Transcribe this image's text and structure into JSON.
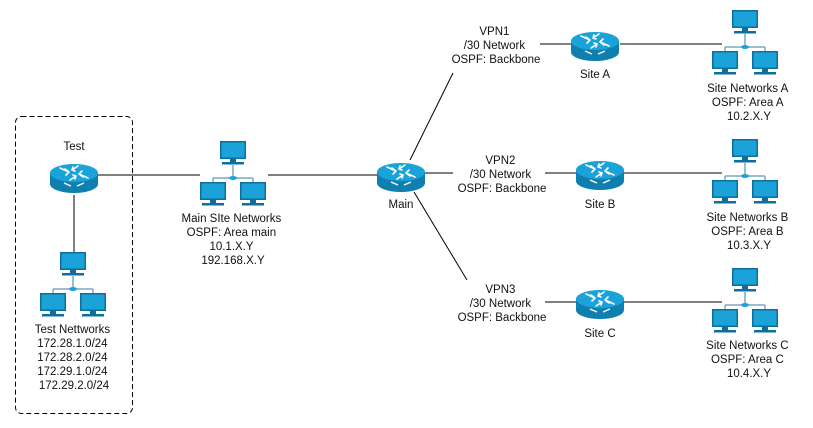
{
  "colors": {
    "router_fill": "#1ba3d9",
    "router_dark": "#0f7fb0",
    "monitor_fill": "#1ba3d9",
    "monitor_dark": "#0f6f9c",
    "hub": "#7aa9c2",
    "line": "#000000"
  },
  "routers": {
    "test": {
      "label": "Test",
      "icon": "router-icon"
    },
    "main": {
      "label": "Main",
      "icon": "router-icon"
    },
    "site_a": {
      "label": "Site A",
      "icon": "router-icon"
    },
    "site_b": {
      "label": "Site B",
      "icon": "router-icon"
    },
    "site_c": {
      "label": "Site C",
      "icon": "router-icon"
    }
  },
  "networks": {
    "test": {
      "lines": [
        "Test Nettworks",
        "172.28.1.0/24",
        "172.28.2.0/24",
        "172.29.1.0/24",
        "172.29.2.0/24"
      ]
    },
    "main": {
      "lines": [
        "Main SIte Networks",
        "OSPF: Area main",
        "10.1.X.Y",
        "192.168.X.Y"
      ]
    },
    "site_a": {
      "lines": [
        "Site Networks A",
        "OSPF: Area A",
        "10.2.X.Y"
      ]
    },
    "site_b": {
      "lines": [
        "Site Networks B",
        "OSPF: Area B",
        "10.3.X.Y"
      ]
    },
    "site_c": {
      "lines": [
        "Site Networks C",
        "OSPF: Area C",
        "10.4.X.Y"
      ]
    }
  },
  "links": {
    "vpn1": {
      "lines": [
        "VPN1",
        "/30 Network",
        "OSPF: Backbone"
      ]
    },
    "vpn2": {
      "lines": [
        "VPN2",
        "/30 Network",
        "OSPF: Backbone"
      ]
    },
    "vpn3": {
      "lines": [
        "VPN3",
        "/30 Network",
        "OSPF: Backbone"
      ]
    }
  }
}
